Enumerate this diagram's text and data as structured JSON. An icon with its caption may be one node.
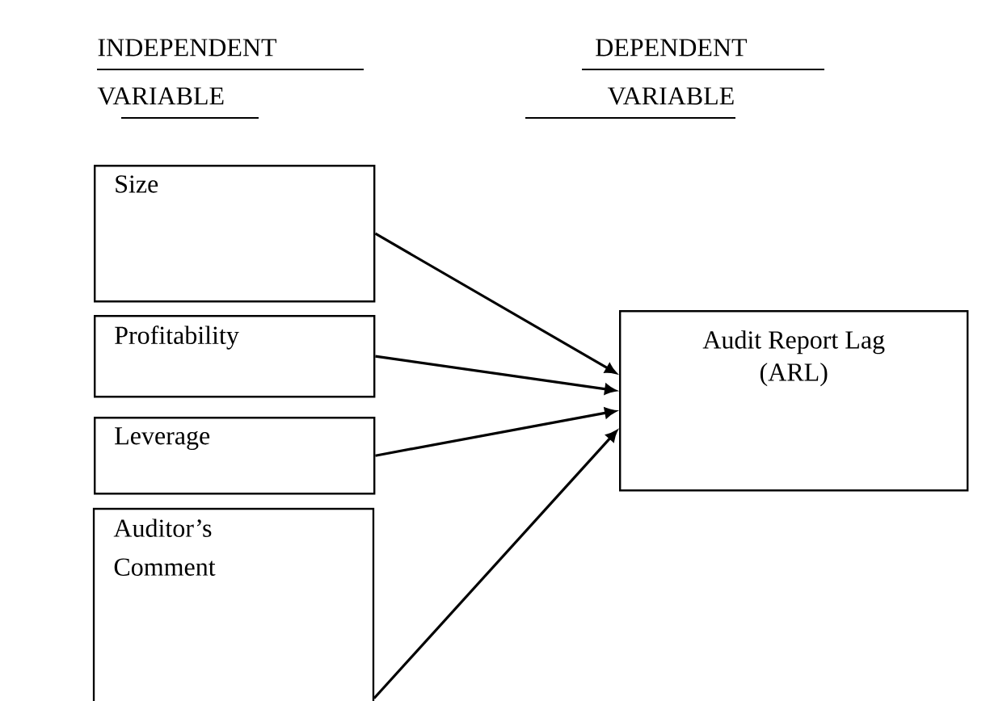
{
  "diagram": {
    "nodes": [
      {
        "text": [
          "Size"
        ]
      },
      {
        "text": [
          "Profitability"
        ]
      },
      {
        "text": [
          "Leverage"
        ]
      },
      {
        "text": [
          "Auditor’s Comment"
        ]
      },
      {
        "text": [
          "Audit Report Lag (ARL)"
        ]
      }
    ],
    "edges": [
      {
        "from": 0,
        "to": 4,
        "arrow": "to"
      },
      {
        "from": 1,
        "to": 4,
        "arrow": "to"
      },
      {
        "from": 2,
        "to": 4,
        "arrow": "to"
      },
      {
        "from": 3,
        "to": 4,
        "arrow": "to"
      }
    ],
    "labels": [
      "INDEPENDENT VARIABLE",
      "DEPENDENT VARIABLE"
    ]
  }
}
